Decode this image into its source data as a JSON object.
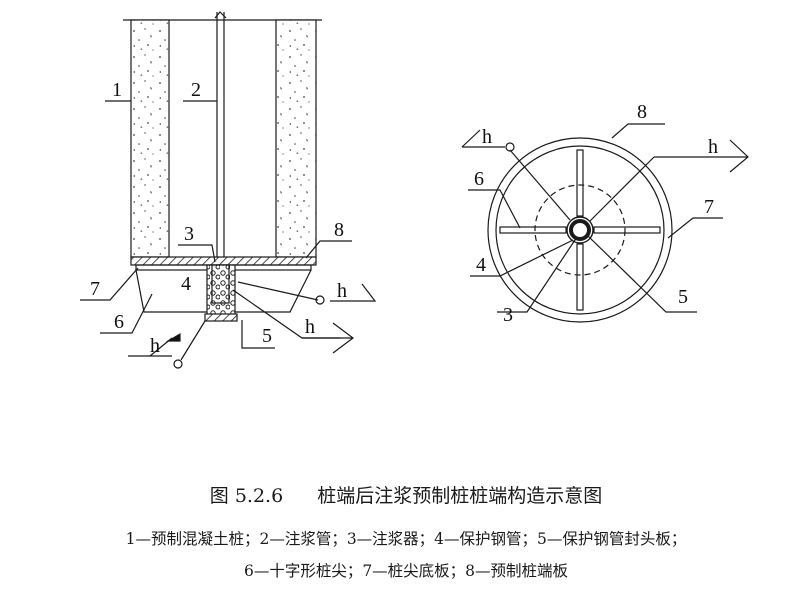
{
  "figure": {
    "labels": {
      "l1": "1",
      "l2": "2",
      "l3": "3",
      "l4": "4",
      "l5": "5",
      "l6": "6",
      "l7": "7",
      "l8": "8",
      "r3": "3",
      "r4": "4",
      "r5": "5",
      "r6": "6",
      "r7": "7",
      "r8": "8",
      "h1": "h",
      "h2": "h",
      "h3": "h",
      "h4": "h",
      "h5": "h"
    }
  },
  "caption": {
    "number": "图 5.2.6",
    "title": "桩端后注浆预制桩桩端构造示意图",
    "legend_line1": "1—预制混凝土桩；2—注浆管；3—注浆器；4—保护钢管；5—保护钢管封头板；",
    "legend_line2": "6—十字形桩尖；7—桩尖底板；8—预制桩端板"
  }
}
